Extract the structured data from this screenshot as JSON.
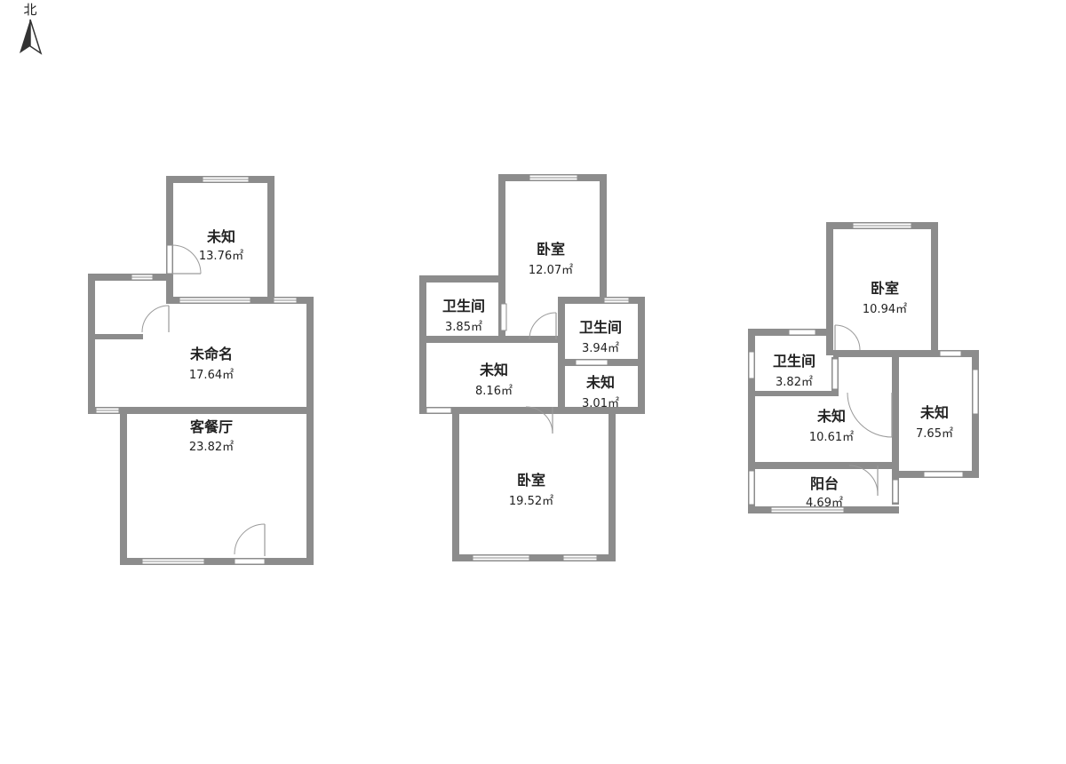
{
  "compass": {
    "label": "北"
  },
  "rooms": [
    {
      "name": "未知",
      "area": "13.76㎡"
    },
    {
      "name": "未命名",
      "area": "17.64㎡"
    },
    {
      "name": "客餐厅",
      "area": "23.82㎡"
    },
    {
      "name": "卧室",
      "area": "12.07㎡"
    },
    {
      "name": "卫生间",
      "area": "3.85㎡"
    },
    {
      "name": "卫生间",
      "area": "3.94㎡"
    },
    {
      "name": "未知",
      "area": "8.16㎡"
    },
    {
      "name": "未知",
      "area": "3.01㎡"
    },
    {
      "name": "卧室",
      "area": "19.52㎡"
    },
    {
      "name": "卧室",
      "area": "10.94㎡"
    },
    {
      "name": "卫生间",
      "area": "3.82㎡"
    },
    {
      "name": "未知",
      "area": "10.61㎡"
    },
    {
      "name": "未知",
      "area": "7.65㎡"
    },
    {
      "name": "阳台",
      "area": "4.69㎡"
    }
  ]
}
